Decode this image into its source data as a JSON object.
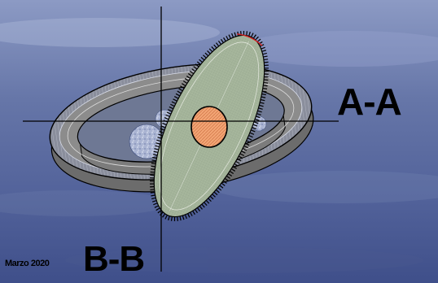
{
  "labels": {
    "section_aa": "A-A",
    "section_bb": "B-B",
    "date": "Marzo 2020"
  },
  "colors": {
    "sky_top": "#8c9ac4",
    "sky_mid": "#52629a",
    "sky_bottom": "#3f4f8a",
    "ring_fill": "#8c8c8c",
    "ring_inner": "#7a8096",
    "disc_fill": "#a8b89c",
    "core_fill": "#f0a070",
    "tick_color": "#000000",
    "accent_red": "#d22020"
  }
}
